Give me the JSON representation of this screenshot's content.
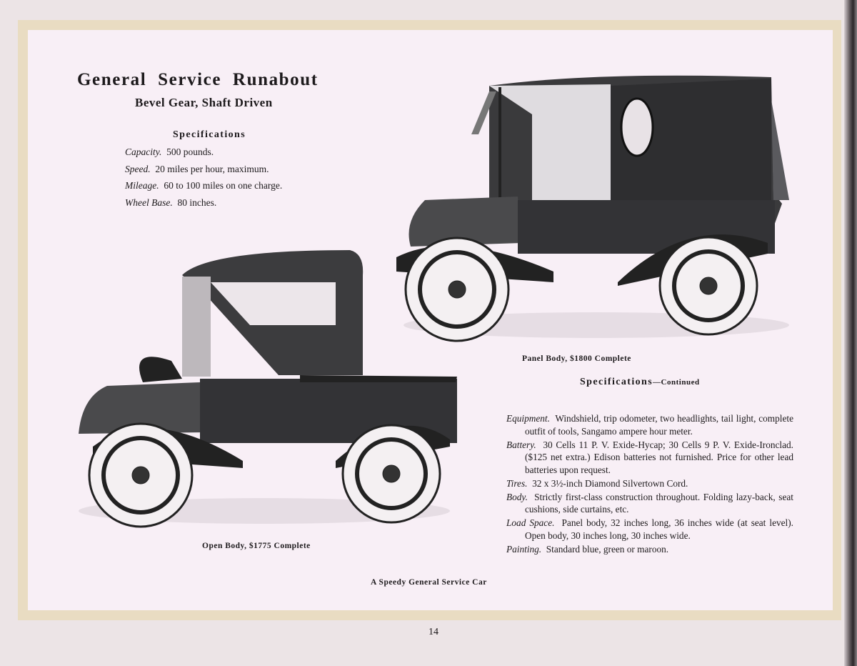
{
  "header": {
    "title": "General Service Runabout",
    "subtitle": "Bevel Gear, Shaft Driven"
  },
  "specifications": {
    "heading": "Specifications",
    "items": [
      {
        "label": "Capacity.",
        "value": "500 pounds."
      },
      {
        "label": "Speed.",
        "value": "20 miles per hour, maximum."
      },
      {
        "label": "Mileage.",
        "value": "60 to 100 miles on one charge."
      },
      {
        "label": "Wheel Base.",
        "value": "80 inches."
      }
    ]
  },
  "specifications_continued": {
    "heading": "Specifications",
    "heading_suffix": "—Continued",
    "items": [
      {
        "label": "Equipment.",
        "value": "Windshield, trip odometer, two headlights, tail light, complete outfit of tools, Sangamo ampere hour meter."
      },
      {
        "label": "Battery.",
        "value": "30 Cells 11 P. V. Exide-Hycap; 30 Cells 9 P. V. Exide-Ironclad. ($125 net extra.) Edison batteries not furnished. Price for other lead batteries upon request."
      },
      {
        "label": "Tires.",
        "value": "32 x 3½-inch Diamond Silvertown Cord."
      },
      {
        "label": "Body.",
        "value": "Strictly first-class construction throughout. Folding lazy-back, seat cushions, side curtains, etc."
      },
      {
        "label": "Load Space.",
        "value": "Panel body, 32 inches long, 36 inches wide (at seat level). Open body, 30 inches long, 30 inches wide."
      },
      {
        "label": "Painting.",
        "value": "Standard blue, green or maroon."
      }
    ]
  },
  "captions": {
    "panel_body": "Panel Body, $1800 Complete",
    "open_body": "Open Body, $1775 Complete",
    "page_caption": "A Speedy General Service Car"
  },
  "page_number": "14"
}
